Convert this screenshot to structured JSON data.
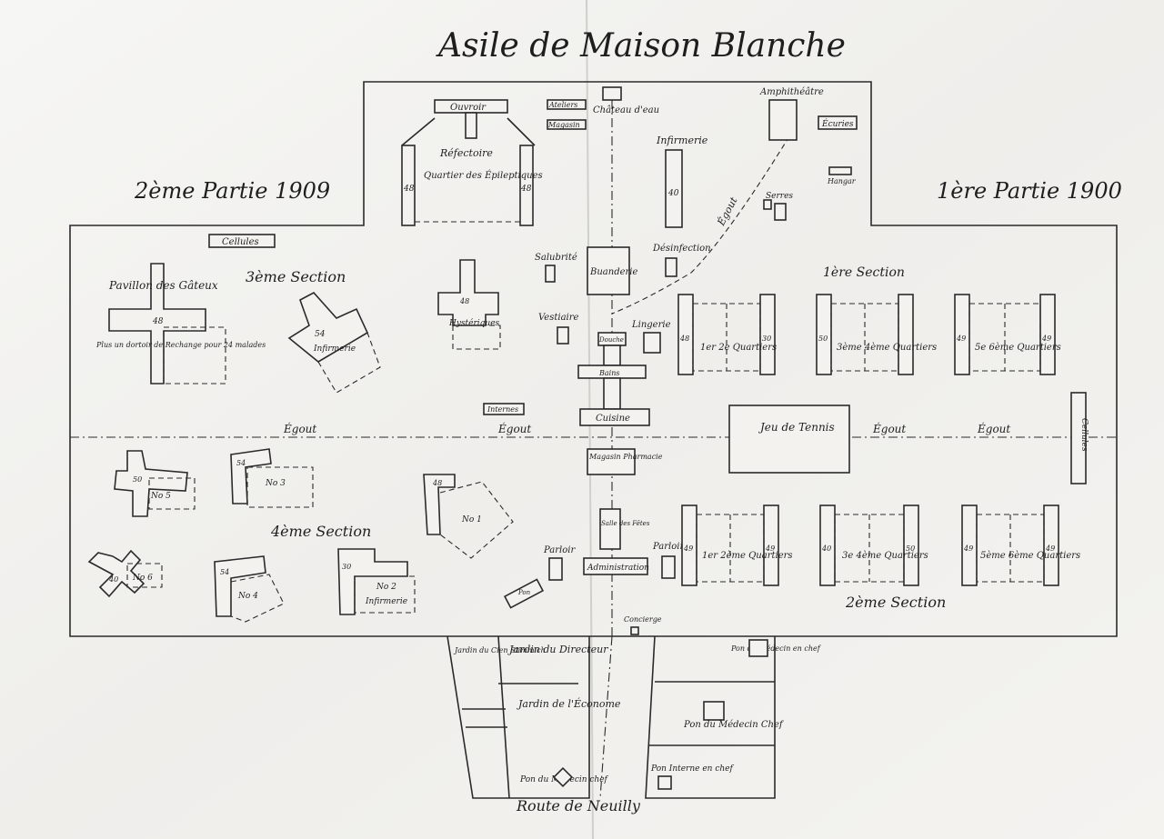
{
  "title": "Asile de Maison Blanche",
  "parts": {
    "left": "2ème Partie 1909",
    "right": "1ère Partie 1900"
  },
  "sections": {
    "s1": "1ère Section",
    "s2": "2ème Section",
    "s3": "3ème Section",
    "s4": "4ème Section"
  },
  "buildings": {
    "ouvroir": "Ouvroir",
    "ateliers": "Ateliers",
    "magasin": "Magasin",
    "chateau_eau": "Château d'eau",
    "amphitheatre": "Amphithéâtre",
    "ecuries": "Écuries",
    "infirmerie_top": "Infirmerie",
    "hangar": "Hangar",
    "serres": "Serres",
    "refectoire": "Réfectoire",
    "quartier_epileptiques": "Quartier des Épileptiques",
    "cellules_top": "Cellules",
    "salubrite": "Salubrité",
    "buanderie": "Buanderie",
    "desinfection": "Désinfection",
    "lingerie": "Lingerie",
    "vestiaire": "Vestiaire",
    "pavillon_gateux": "Pavillon des Gâteux",
    "gateux_note": "Plus un dortoir de Rechange pour 24 malades",
    "infirmerie_3": "Infirmerie",
    "hysteriques": "Hystériques",
    "douche": "Douche",
    "bains": "Bains",
    "internes": "Internes",
    "cuisine": "Cuisine",
    "jeu_tennis": "Jeu de Tennis",
    "cellules_right": "Cellules",
    "magasin_pharmacie": "Magasin Pharmacie",
    "salle_fetes": "Salle des Fêtes",
    "parloir": "Parloir",
    "administration": "Administration",
    "parloir_right": "Parloir",
    "concierge": "Concierge",
    "infirmerie_4": "Infirmerie",
    "pavillon_gauche": "Pon"
  },
  "quartiers": {
    "q12_top": "1er 2e Quartiers",
    "q34_top": "3ème 4ème Quartiers",
    "q56_top": "5e 6ème Quartiers",
    "q12_bot": "1er 2ème Quartiers",
    "q34_bot": "3e 4ème Quartiers",
    "q56_bot": "5ème 6ème Quartiers"
  },
  "numbers": {
    "n48a": "48",
    "n48b": "48",
    "n40": "40",
    "n48c": "48",
    "n54": "54",
    "n48d": "48",
    "n30a": "30",
    "n50a": "50",
    "n49a": "49",
    "n49b": "49",
    "n48e": "48",
    "n50b": "50",
    "n54b": "54",
    "n48f": "48",
    "n40b": "40",
    "n54c": "54",
    "n30b": "30",
    "n49c": "49",
    "n49d": "49",
    "n40c": "40",
    "n50c": "50",
    "n49e": "49",
    "n49f": "49",
    "no1": "No 1",
    "no2": "No 2",
    "no3": "No 3",
    "no4": "No 4",
    "no5": "No 5",
    "no6": "No 6"
  },
  "gardens": {
    "jardin_cien": "Jardin du Cien Stimmich",
    "jardin_directeur": "Jardin du Directeur",
    "jardin_econome": "Jardin de l'Économe",
    "pon_medecin_adj": "Pon du Médecin en chef",
    "pon_medecin_chef": "Pon du Médecin Chef",
    "pon_medecin": "Pon du Médecin chef",
    "pon_interne": "Pon Interne en chef"
  },
  "roads": {
    "egout": "Égout",
    "route": "Route de Neuilly"
  }
}
